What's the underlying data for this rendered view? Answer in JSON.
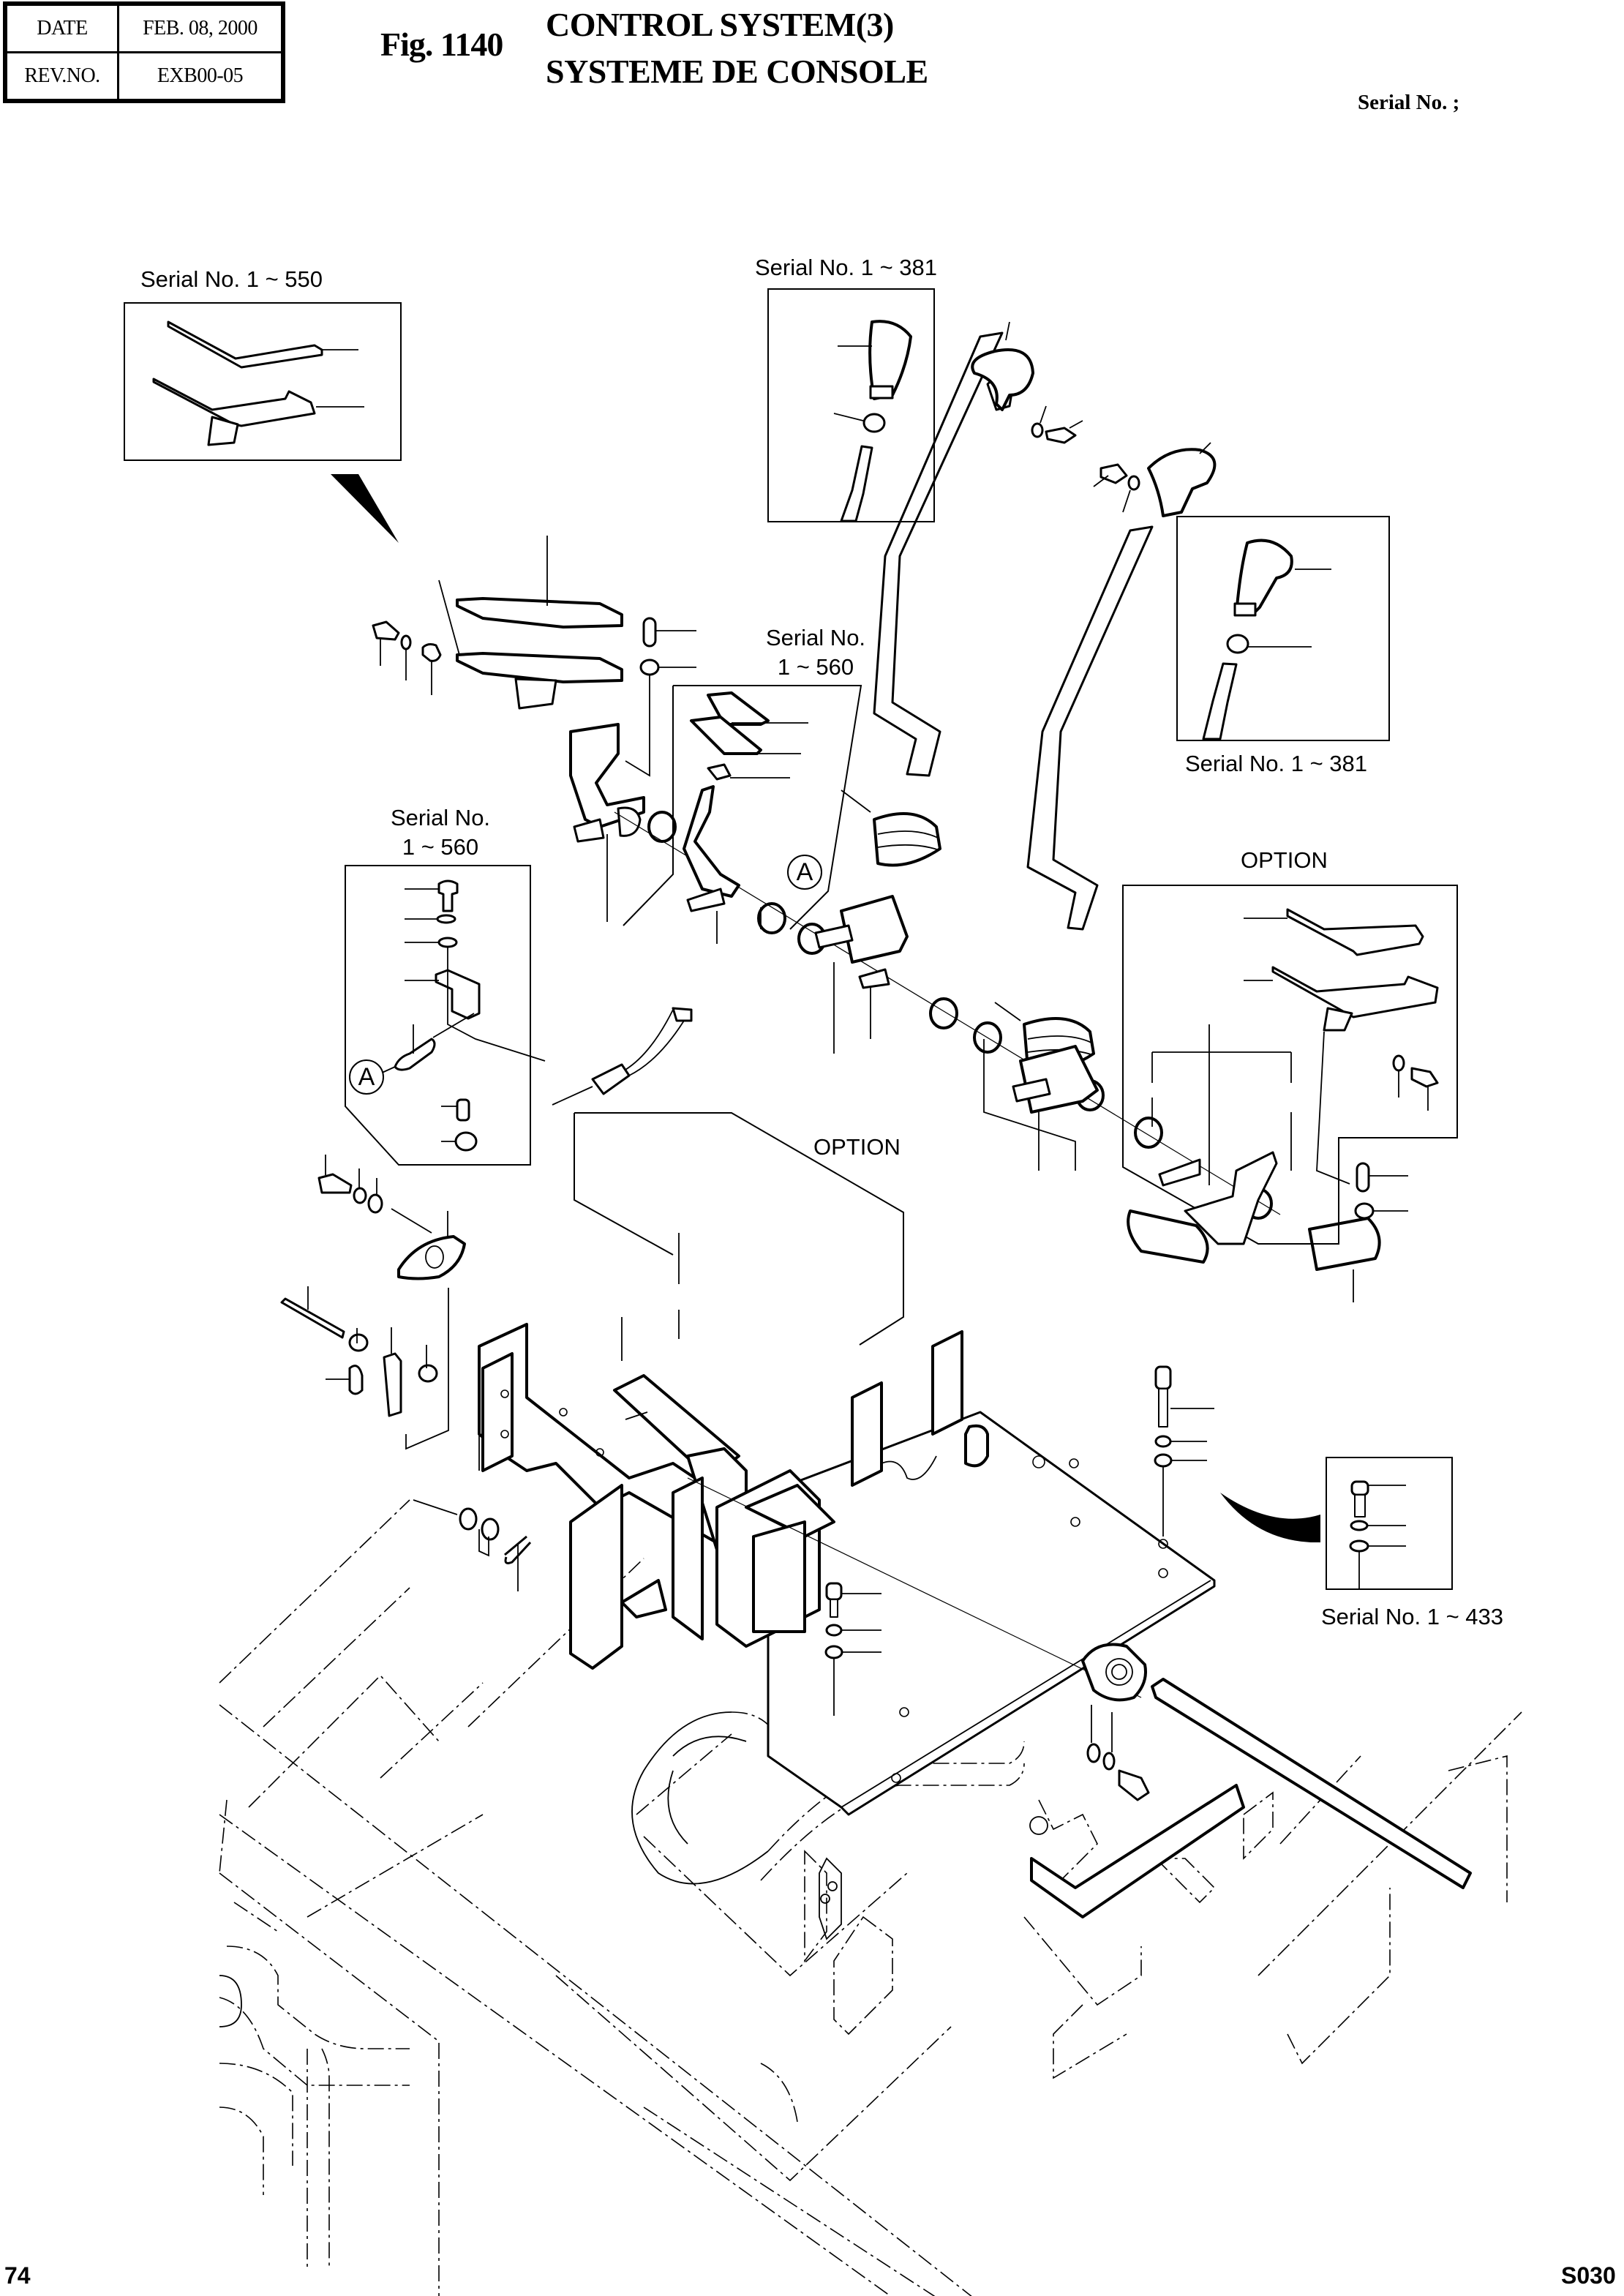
{
  "header": {
    "date_label": "DATE",
    "date_value": "FEB. 08, 2000",
    "rev_label": "REV.NO.",
    "rev_value": "EXB00-05"
  },
  "figure": {
    "number": "Fig. 1140",
    "title_en": "CONTROL SYSTEM(3)",
    "title_fr": "SYSTEME DE CONSOLE",
    "serial_label": "Serial No. ;"
  },
  "insets": {
    "pedal_variant": {
      "label": "Serial No. 1 ~ 550"
    },
    "knob_left": {
      "label": "Serial No. 1 ~ 381"
    },
    "knob_right": {
      "label": "Serial No. 1 ~ 381"
    },
    "pedal_pad": {
      "label_line1": "Serial No.",
      "label_line2": "1 ~ 560"
    },
    "spring_bracket": {
      "label_line1": "Serial No.",
      "label_line2": "1 ~ 560"
    },
    "option_pedal": {
      "label": "OPTION"
    },
    "option_linkage": {
      "label": "OPTION"
    },
    "bolt_set": {
      "label": "Serial No. 1 ~ 433"
    }
  },
  "callouts": {
    "a_pedal": "A",
    "a_spring": "A"
  },
  "footer": {
    "page_number": "74",
    "code": "S030"
  }
}
